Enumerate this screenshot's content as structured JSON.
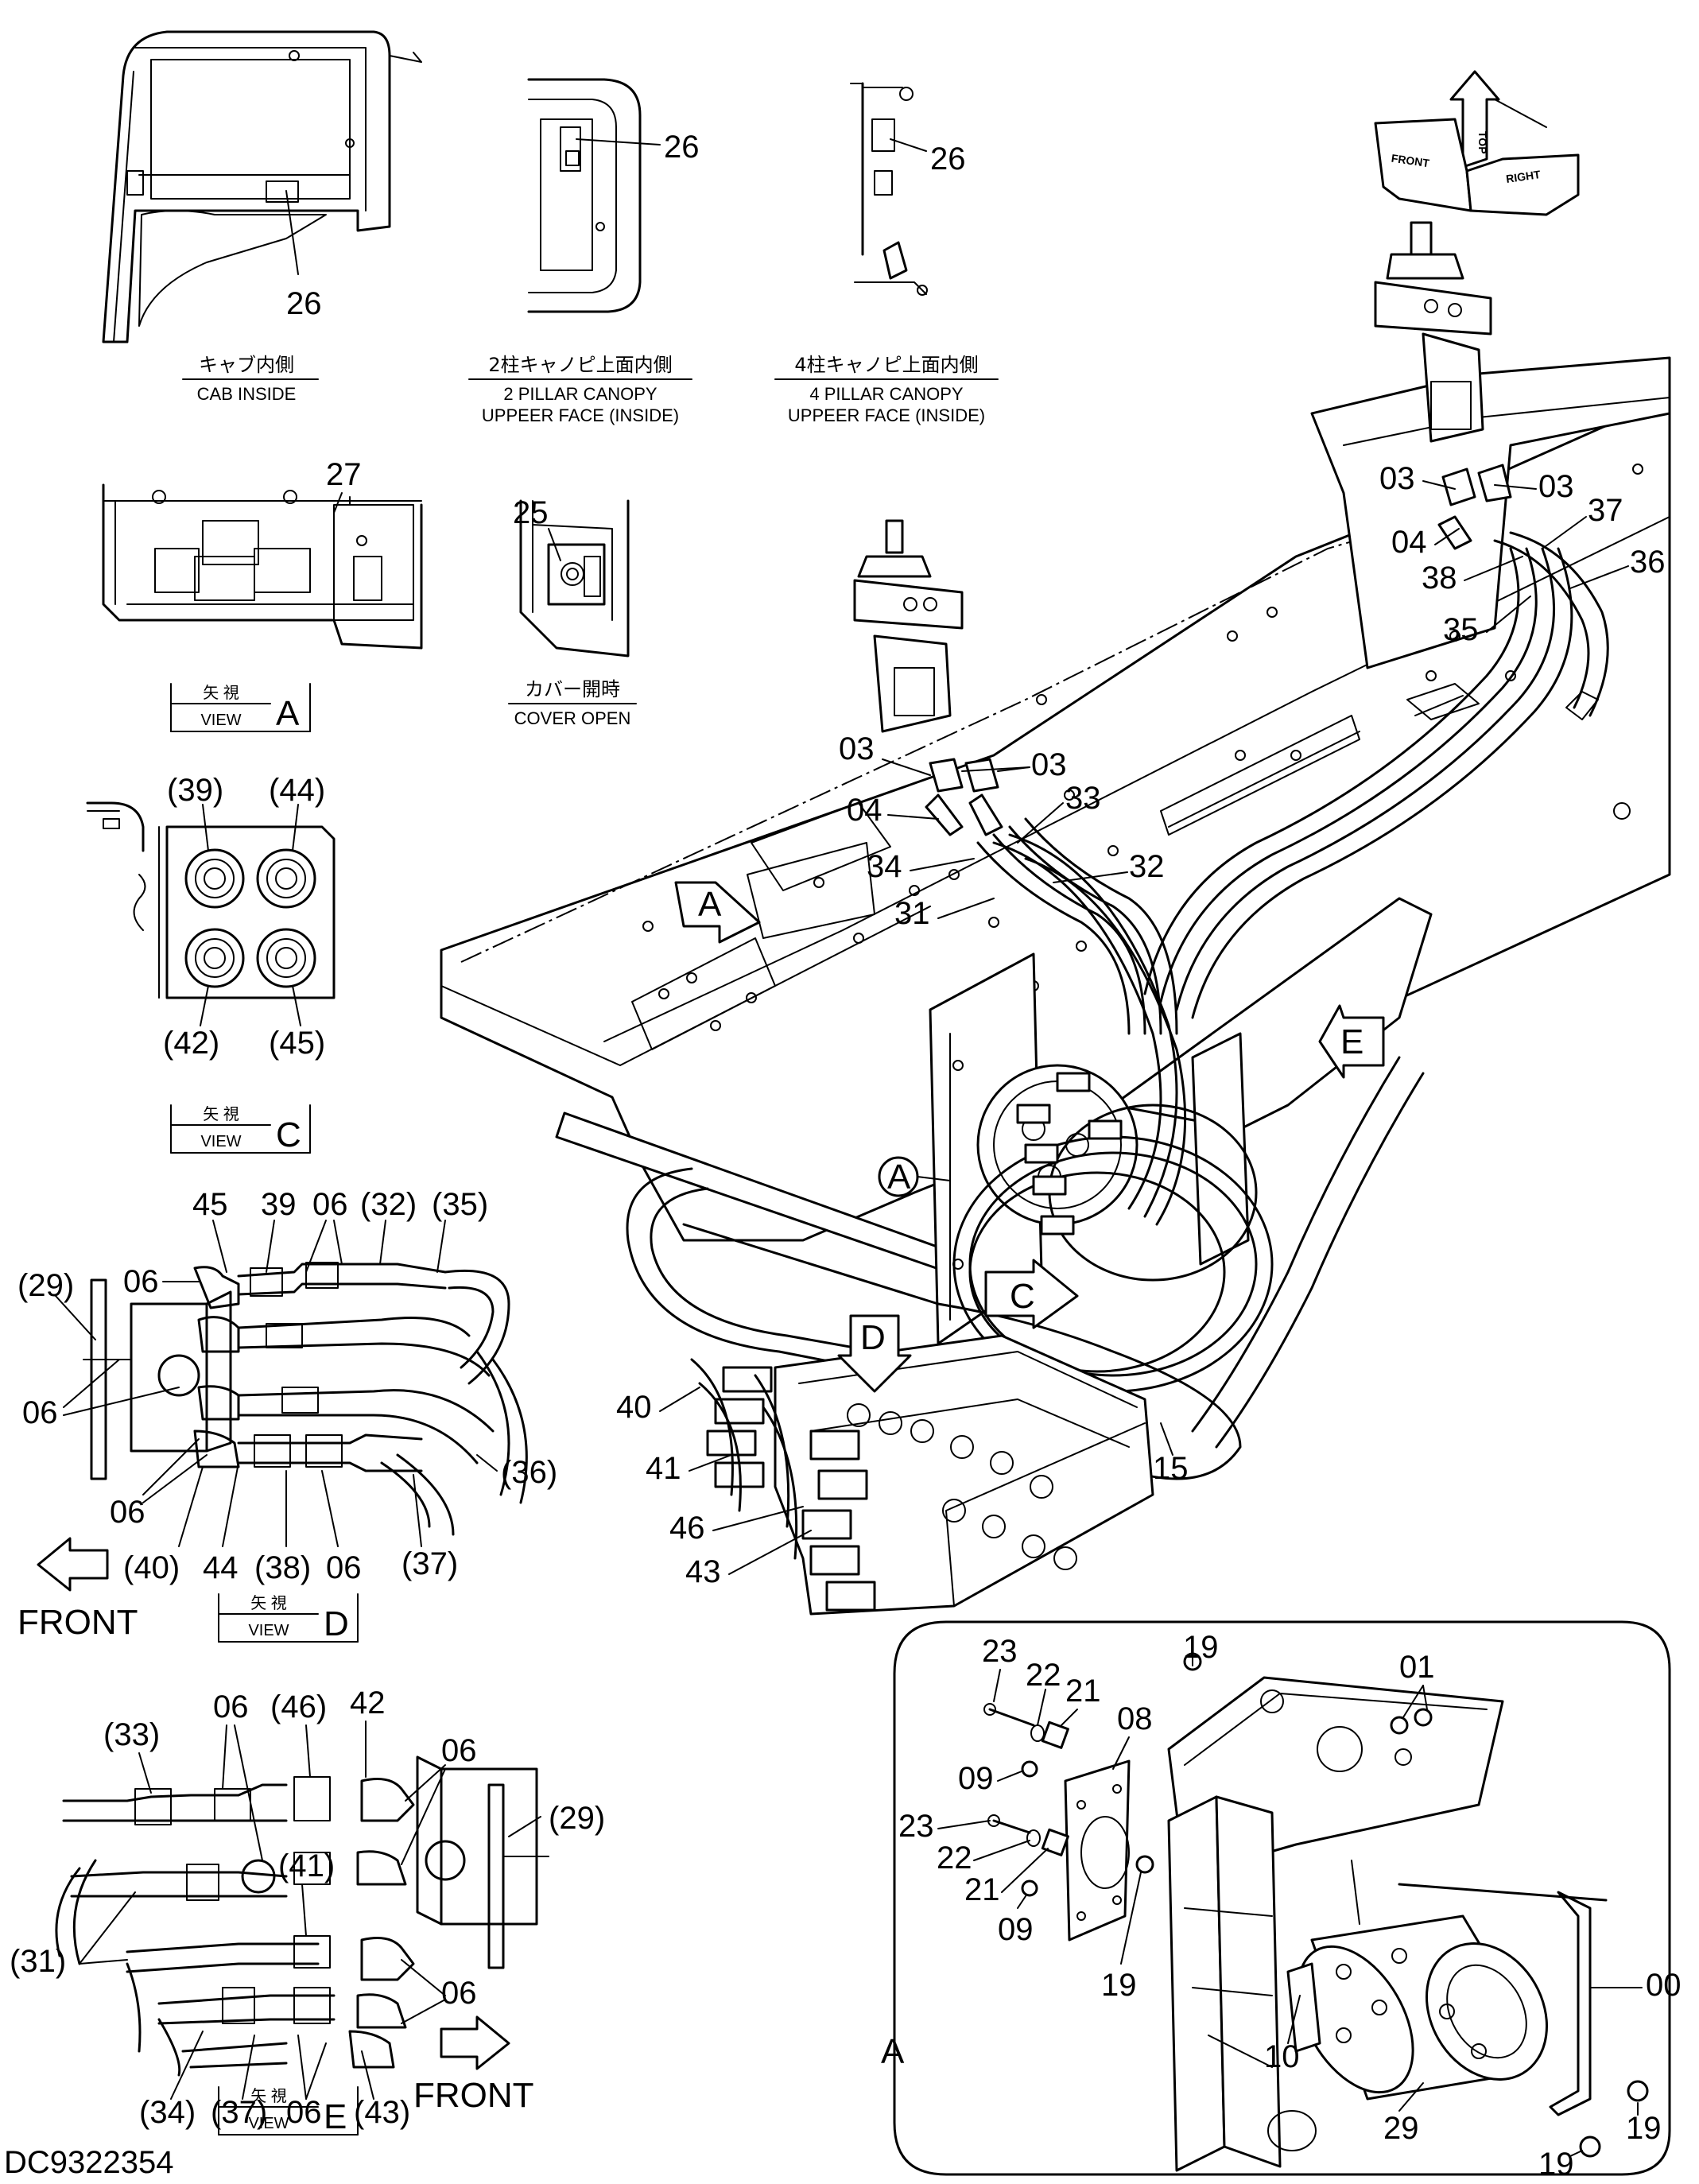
{
  "drawing_number": "DC9322354",
  "captions": {
    "cab_inside_jp": "キャブ内側",
    "cab_inside_en": "CAB INSIDE",
    "canopy2_jp": "2柱キャノピ上面内側",
    "canopy2_en1": "2 PILLAR CANOPY",
    "canopy2_en2": "UPPEER FACE (INSIDE)",
    "canopy4_jp": "4柱キャノピ上面内側",
    "canopy4_en1": "4 PILLAR CANOPY",
    "canopy4_en2": "UPPEER FACE (INSIDE)",
    "cover_open_jp": "カバー開時",
    "cover_open_en": "COVER OPEN"
  },
  "view_boxes": [
    {
      "jp": "矢 視",
      "en": "VIEW",
      "letter": "A"
    },
    {
      "jp": "矢 視",
      "en": "VIEW",
      "letter": "C"
    },
    {
      "jp": "矢 視",
      "en": "VIEW",
      "letter": "D"
    },
    {
      "jp": "矢 視",
      "en": "VIEW",
      "letter": "E"
    }
  ],
  "front_label": "FRONT",
  "orientation_cube": {
    "front": "FRONT",
    "top": "TOP",
    "right": "RIGHT"
  },
  "view_letters": {
    "a_arrow": "A",
    "e_arrow": "E",
    "c_arrow": "C",
    "d_arrow": "D",
    "a_circle": "A",
    "detail_a": "A"
  },
  "callouts": {
    "cab_26": "26",
    "canopy2_26": "26",
    "canopy4_26": "26",
    "view_a_27": "27",
    "cover_25": "25",
    "c_39": "(39)",
    "c_44": "(44)",
    "c_42": "(42)",
    "c_45": "(45)",
    "d_45": "45",
    "d_39": "39",
    "d_06a": "06",
    "d_32": "(32)",
    "d_35": "(35)",
    "d_29": "(29)",
    "d_06b": "06",
    "d_06c": "06",
    "d_36": "(36)",
    "d_06d": "06",
    "d_40": "(40)",
    "d_44": "44",
    "d_38": "(38)",
    "d_06e": "06",
    "d_37": "(37)",
    "e_33": "(33)",
    "e_06a": "06",
    "e_46": "(46)",
    "e_42": "42",
    "e_06b": "06",
    "e_29": "(29)",
    "e_41": "(41)",
    "e_31": "(31)",
    "e_06c": "06",
    "e_34": "(34)",
    "e_37": "(37)",
    "e_06d": "06",
    "e_43": "(43)",
    "m_03a": "03",
    "m_03b": "03",
    "m_04": "04",
    "m_33": "33",
    "m_34": "34",
    "m_32": "32",
    "m_31": "31",
    "r_03a": "03",
    "r_03b": "03",
    "r_04": "04",
    "r_37": "37",
    "r_38": "38",
    "r_36": "36",
    "r_35": "35",
    "m_40": "40",
    "m_41": "41",
    "m_46": "46",
    "m_43": "43",
    "m_15": "15",
    "a_23a": "23",
    "a_22a": "22",
    "a_21a": "21",
    "a_08": "08",
    "a_19a": "19",
    "a_01": "01",
    "a_09a": "09",
    "a_23b": "23",
    "a_22b": "22",
    "a_21b": "21",
    "a_09b": "09",
    "a_19b": "19",
    "a_10": "10",
    "a_00": "00",
    "a_29": "29",
    "a_19c": "19",
    "a_19d": "19"
  }
}
